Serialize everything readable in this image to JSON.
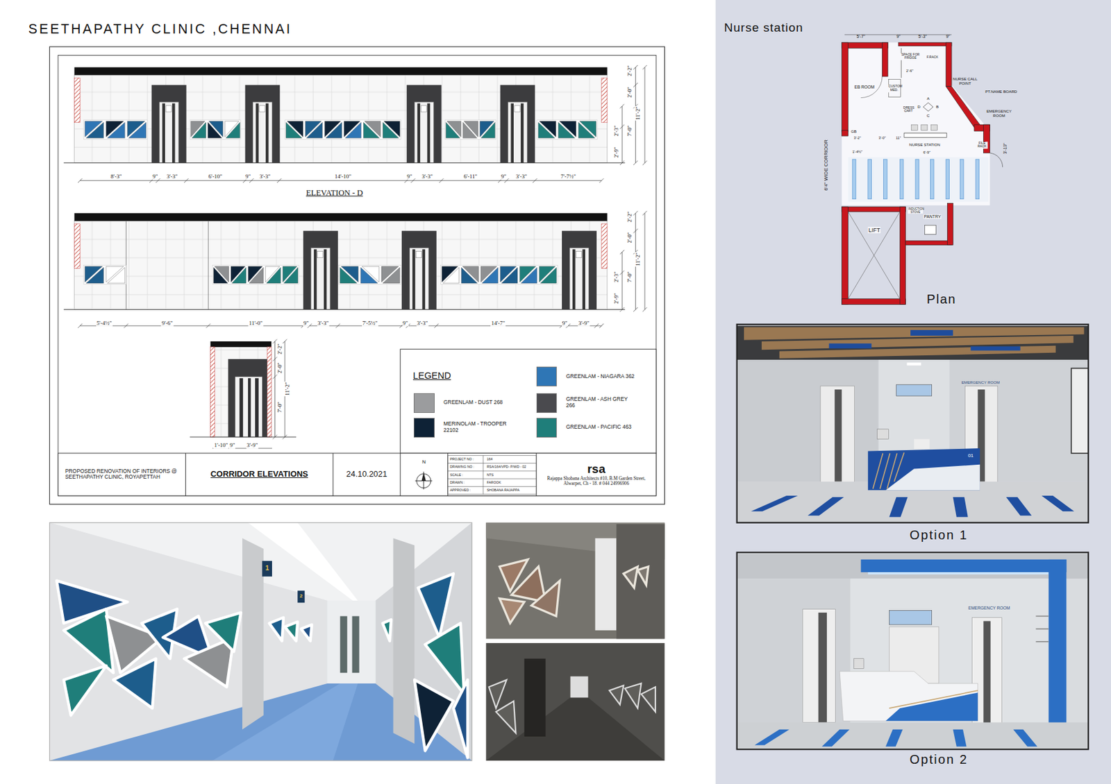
{
  "diagram": {
    "title": "SEETHAPATHY CLINIC ,CHENNAI",
    "nodes": [
      {
        "text": [
          "PROPOSED RENOVATION OF INTERIORS @ SEETHAPATHY CLINIC, ROYAPETTAH"
        ]
      },
      {
        "text": [
          "CORRIDOR ELEVATIONS"
        ]
      },
      {
        "text": [
          "24.10.2021"
        ]
      },
      {
        "text": [
          "N"
        ]
      },
      {
        "text": [
          "PROJECT NO :",
          "164"
        ]
      },
      {
        "text": [
          "DRAWING NO :",
          "RSA/164/VPD- P/WD - 02"
        ]
      },
      {
        "text": [
          "SCALE :",
          "NTS"
        ]
      },
      {
        "text": [
          "DRAWN :",
          "FAROOK"
        ]
      },
      {
        "text": [
          "APPROVED :",
          "SHOBANA RAJAPPA"
        ]
      },
      {
        "text": [
          "rsa",
          "Rajappa Shobana Architects #10, B.M Garden Street, Alwarpet, Ch - 18. # 044 24996906"
        ]
      },
      {
        "text": [
          "LEGEND"
        ]
      }
    ],
    "labels": [
      "Nurse station",
      "ELEVATION - D",
      "8'-3\"",
      "9\"",
      "3'-3\"",
      "6'-10\"",
      "9\"",
      "3'-3\"",
      "14'-10\"",
      "9\"",
      "3'-3\"",
      "6'-11\"",
      "9\"",
      "3'-3\"",
      "7'-7½\"",
      "2'-2\"",
      "2'-0\"",
      "11'-2\"",
      "7'-0\"",
      "2'-3\"",
      "2'-9\"",
      "5'-4½\"",
      "9'-6\"",
      "11'-0\"",
      "9\"",
      "3'-3\"",
      "7'-5½\"",
      "9\"",
      "3'-3\"",
      "14'-7\"",
      "9\"",
      "3'-9\"",
      "2'-2\"",
      "2'-0\"",
      "11'-2\"",
      "7'-0\"",
      "2'-3\"",
      "2'-9\"",
      "1'-10\"",
      "9\"",
      "3'-9\"",
      "2'-2\"",
      "2'-0\"",
      "11'-2\"",
      "7'-0\"",
      "5'-7\"",
      "9\"",
      "5'-3\"",
      "9\"",
      "SPACE FOR FRIDGE",
      "F.RACK",
      "2'-6\"",
      "EB ROOM",
      "CUSTOM MED.",
      "NURSE CALL POINT",
      "PT.NAME BOARD",
      "EMERGENCY ROOM",
      "A",
      "B",
      "D",
      "C",
      "DRESS CART",
      "GB",
      "3'-2\"",
      "3'-0\"",
      "11\"",
      "NURSE STATION",
      "6'-9\"",
      "FILE RACK",
      "3'-10\"",
      "6'4\" WIDE CORRIDOR",
      "1'-4½\"",
      "INDUCTION STOVE",
      "PANTRY",
      "LIFT",
      "Plan",
      "Option 1",
      "Option 2",
      "EMERGENCY ROOM",
      "01",
      "EMERGENCY ROOM",
      "1",
      "2"
    ],
    "legend": [
      {
        "text": "GREENLAM - NIAGARA 362",
        "color": "#2f76b5"
      },
      {
        "text": "GREENLAM - DUST 268",
        "color": "#9b9c9e"
      },
      {
        "text": "GREENLAM - ASH GREY 266",
        "color": "#4a4a4e"
      },
      {
        "text": "MERINOLAM - TROOPER 22102",
        "color": "#0e2236"
      },
      {
        "text": "GREENLAM - PACIFIC 463",
        "color": "#1f7e7a"
      }
    ]
  }
}
